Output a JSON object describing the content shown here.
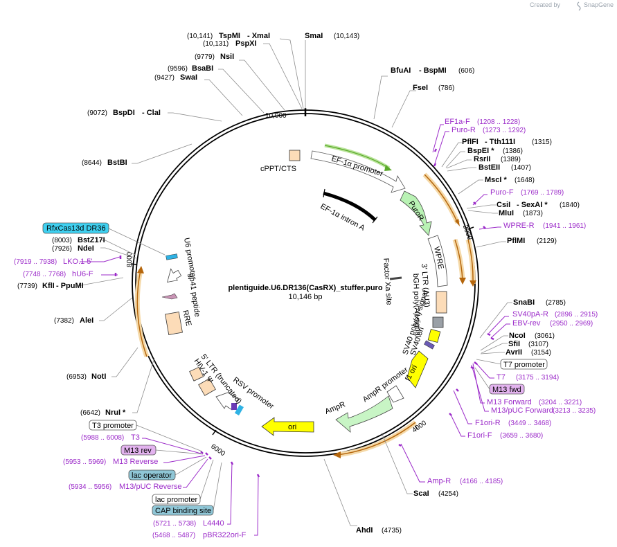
{
  "brand": {
    "created_by": "Created by",
    "name": "SnapGene"
  },
  "plasmid": {
    "name": "plentiguide.U6.DR136(CasRX)_stuffer.puro",
    "size_label": "10,146 bp"
  },
  "tick_labels": [
    "10,000",
    "2000",
    "4000",
    "6000",
    "8000"
  ],
  "restriction_sites": [
    {
      "name": "SmaI",
      "coord": "(10,143)"
    },
    {
      "name": "TspMI",
      "name2": "- XmaI",
      "coord": "(10,141)"
    },
    {
      "name": "PspXI",
      "coord": "(10,131)"
    },
    {
      "name": "NsiI",
      "coord": "(9779)"
    },
    {
      "name": "BsaBI",
      "coord": "(9596)"
    },
    {
      "name": "SwaI",
      "coord": "(9427)"
    },
    {
      "name": "BspDI",
      "name2": "- ClaI",
      "coord": "(9072)"
    },
    {
      "name": "BstBI",
      "coord": "(8644)"
    },
    {
      "name": "BstZ17I",
      "coord": "(8003)"
    },
    {
      "name": "NdeI",
      "coord": "(7926)"
    },
    {
      "name": "KflI",
      "name2": "- PpuMI",
      "coord": "(7739)"
    },
    {
      "name": "AleI",
      "coord": "(7382)"
    },
    {
      "name": "NotI",
      "coord": "(6953)"
    },
    {
      "name": "NruI *",
      "coord": "(6642)"
    },
    {
      "name": "BfuAI",
      "name2": "- BspMI",
      "coord": "(606)"
    },
    {
      "name": "FseI",
      "coord": "(786)"
    },
    {
      "name": "PflFI",
      "name2": "- Tth111I",
      "coord": "(1315)"
    },
    {
      "name": "BspEI *",
      "coord": "(1386)"
    },
    {
      "name": "RsrII",
      "coord": "(1389)"
    },
    {
      "name": "BstEII",
      "coord": "(1407)"
    },
    {
      "name": "MscI *",
      "coord": "(1648)"
    },
    {
      "name": "CsiI",
      "name2": "- SexAI *",
      "coord": "(1840)"
    },
    {
      "name": "MluI",
      "coord": "(1873)"
    },
    {
      "name": "PflMI",
      "coord": "(2129)"
    },
    {
      "name": "SnaBI",
      "coord": "(2785)"
    },
    {
      "name": "NcoI",
      "coord": "(3061)"
    },
    {
      "name": "SfiI",
      "coord": "(3107)"
    },
    {
      "name": "AvrII",
      "coord": "(3154)"
    },
    {
      "name": "ScaI",
      "coord": "(4254)"
    },
    {
      "name": "AhdI",
      "coord": "(4735)"
    }
  ],
  "primers": [
    {
      "name": "EF1a-F",
      "coord": "(1208 .. 1228)"
    },
    {
      "name": "Puro-R",
      "coord": "(1273 .. 1292)"
    },
    {
      "name": "Puro-F",
      "coord": "(1769 .. 1789)"
    },
    {
      "name": "WPRE-R",
      "coord": "(1941 .. 1961)"
    },
    {
      "name": "SV40pA-R",
      "coord": "(2896 .. 2915)"
    },
    {
      "name": "EBV-rev",
      "coord": "(2950 .. 2969)"
    },
    {
      "name": "T7",
      "coord": "(3175 .. 3194)"
    },
    {
      "name": "M13 Forward",
      "coord": "(3204 .. 3221)"
    },
    {
      "name": "M13/pUC Forward",
      "coord": "(3213 .. 3235)"
    },
    {
      "name": "F1ori-R",
      "coord": "(3449 .. 3468)"
    },
    {
      "name": "F1ori-F",
      "coord": "(3659 .. 3680)"
    },
    {
      "name": "Amp-R",
      "coord": "(4166 .. 4185)"
    },
    {
      "name": "LKO.1 5'",
      "coord": "(7919 .. 7938)"
    },
    {
      "name": "hU6-F",
      "coord": "(7748 .. 7768)"
    },
    {
      "name": "T3",
      "coord": "(5988 .. 6008)"
    },
    {
      "name": "M13 Reverse",
      "coord": "(5953 .. 5969)"
    },
    {
      "name": "M13/pUC Reverse",
      "coord": "(5934 .. 5956)"
    },
    {
      "name": "L4440",
      "coord": "(5721 .. 5738)"
    },
    {
      "name": "pBR322ori-F",
      "coord": "(5468 .. 5487)"
    }
  ],
  "boxed_labels": [
    {
      "name": "RfxCas13d DR36",
      "fill": "#3fd0f0"
    },
    {
      "name": "T7 promoter",
      "fill": "#ffffff"
    },
    {
      "name": "M13 fwd",
      "fill": "#e3b3ef"
    },
    {
      "name": "T3 promoter",
      "fill": "#ffffff"
    },
    {
      "name": "M13 rev",
      "fill": "#e3b3ef"
    },
    {
      "name": "lac operator",
      "fill": "#8fc6d6"
    },
    {
      "name": "lac promoter",
      "fill": "#ffffff"
    },
    {
      "name": "CAP binding site",
      "fill": "#8fc6d6"
    }
  ],
  "features": [
    {
      "name": "cPPT/CTS"
    },
    {
      "name": "EF-1α promoter"
    },
    {
      "name": "EF-1α intron A"
    },
    {
      "name": "PuroR"
    },
    {
      "name": "WPRE"
    },
    {
      "name": "Factor Xa site"
    },
    {
      "name": "3' LTR (ΔU3)"
    },
    {
      "name": "bGH poly(A) signal"
    },
    {
      "name": "SV40 poly(A) signal"
    },
    {
      "name": "SV40 ori"
    },
    {
      "name": "f1 ori"
    },
    {
      "name": "AmpR promoter"
    },
    {
      "name": "AmpR"
    },
    {
      "name": "ori"
    },
    {
      "name": "RSV promoter"
    },
    {
      "name": "5' LTR (truncated)"
    },
    {
      "name": "HIV-1 Ψ"
    },
    {
      "name": "RRE"
    },
    {
      "name": "gp41 peptide"
    },
    {
      "name": "U6 promoter"
    }
  ],
  "colors": {
    "primer": "#9b2ac9",
    "orf_highlight": "#f5d9a8",
    "orf_arrow": "#b5660c",
    "green_arrow": "#6fbe3a",
    "puro": "#b9f2b4",
    "ampr": "#c8f5c5",
    "ori": "#ffff00",
    "ltr": "#fcdcb8",
    "u6": "#2fb2e4",
    "gp41": "#c994b5"
  }
}
